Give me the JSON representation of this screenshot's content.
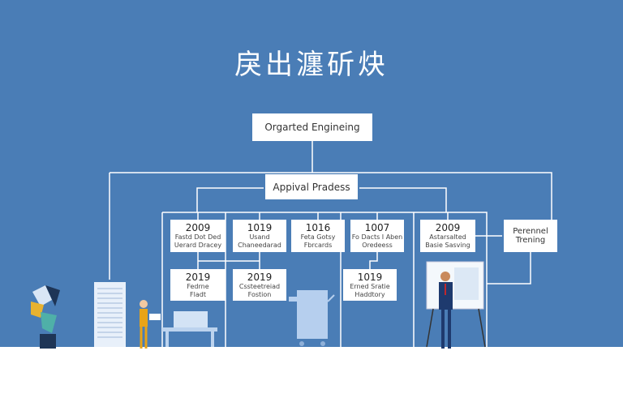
{
  "title": "戾出瀍斫炔",
  "top_box": "Orgarted Engineing",
  "approval_box": "Appival Pradess",
  "row1": [
    {
      "year": "2009",
      "l1": "Fastd Dot Ded",
      "l2": "Uerard Dracey"
    },
    {
      "year": "1019",
      "l1": "Usand",
      "l2": "Chaneedarad"
    },
    {
      "year": "1016",
      "l1": "Feta Gotsy",
      "l2": "Fbrcards"
    },
    {
      "year": "1007",
      "l1": "Fo Dacts I Aben",
      "l2": "Oredeess"
    },
    {
      "year": "2009",
      "l1": "Astarsalted",
      "l2": "Basie Sasving"
    }
  ],
  "training_box": {
    "l1": "Perennel",
    "l2": "Trening"
  },
  "row2": [
    {
      "year": "2019",
      "l1": "Fedrne",
      "l2": "Fladt"
    },
    {
      "year": "2019",
      "l1": "Cssteetreiad",
      "l2": "Fostion"
    },
    {
      "year": "1019",
      "l1": "Erned Sratie",
      "l2": "Haddtory"
    }
  ],
  "colors": {
    "background": "#4a7db6",
    "box": "#ffffff",
    "floor": "#ffffff"
  }
}
